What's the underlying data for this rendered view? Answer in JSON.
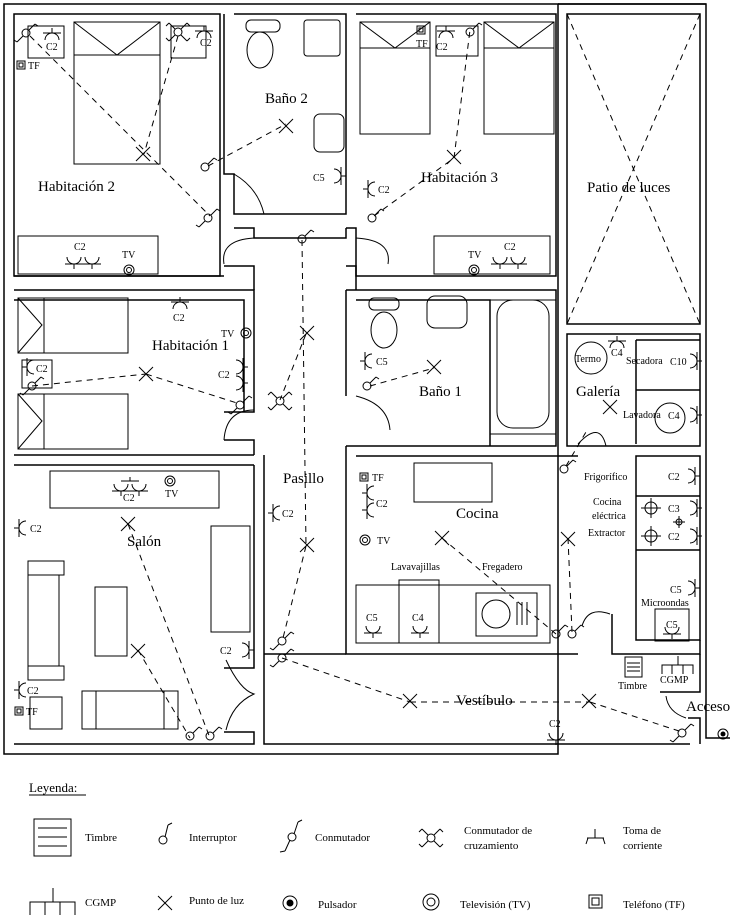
{
  "rooms": {
    "habitacion2": "Habitación 2",
    "bano2": "Baño 2",
    "habitacion3": "Habitación 3",
    "patio": "Patio de luces",
    "habitacion1": "Habitación 1",
    "bano1": "Baño 1",
    "galeria": "Galería",
    "pasillo": "Pasillo",
    "cocina": "Cocina",
    "salon": "Salón",
    "vestibulo": "Vestíbulo",
    "acceso": "Acceso"
  },
  "circuits": {
    "c2": "C2",
    "c3": "C3",
    "c4": "C4",
    "c5": "C5",
    "c10": "C10"
  },
  "outlets": {
    "tv": "TV",
    "tf": "TF"
  },
  "appliances": {
    "termo": "Termo",
    "secadora": "Secadora",
    "lavadora": "Lavadora",
    "frigorifico": "Frigorífico",
    "cocina_electrica_1": "Cocina",
    "cocina_electrica_2": "eléctrica",
    "extractor": "Extractor",
    "microondas": "Microondas",
    "lavavajillas": "Lavavajillas",
    "fregadero": "Fregadero",
    "timbre": "Timbre",
    "cgmp": "CGMP"
  },
  "legend": {
    "title": "Leyenda:",
    "items": [
      {
        "symbol": "timbre-icon",
        "label": "Timbre"
      },
      {
        "symbol": "interruptor-icon",
        "label": "Interruptor"
      },
      {
        "symbol": "conmutador-icon",
        "label": "Conmutador"
      },
      {
        "symbol": "conmutador-cruzamiento-icon",
        "label": "Conmutador de",
        "label2": "cruzamiento"
      },
      {
        "symbol": "toma-corriente-icon",
        "label": "Toma de",
        "label2": "corriente"
      },
      {
        "symbol": "cgmp-icon",
        "label": "CGMP"
      },
      {
        "symbol": "punto-luz-icon",
        "label": "Punto de luz"
      },
      {
        "symbol": "pulsador-icon",
        "label": "Pulsador"
      },
      {
        "symbol": "television-icon",
        "label": "Televisión (TV)"
      },
      {
        "symbol": "telefono-icon",
        "label": "Teléfono (TF)"
      }
    ]
  }
}
